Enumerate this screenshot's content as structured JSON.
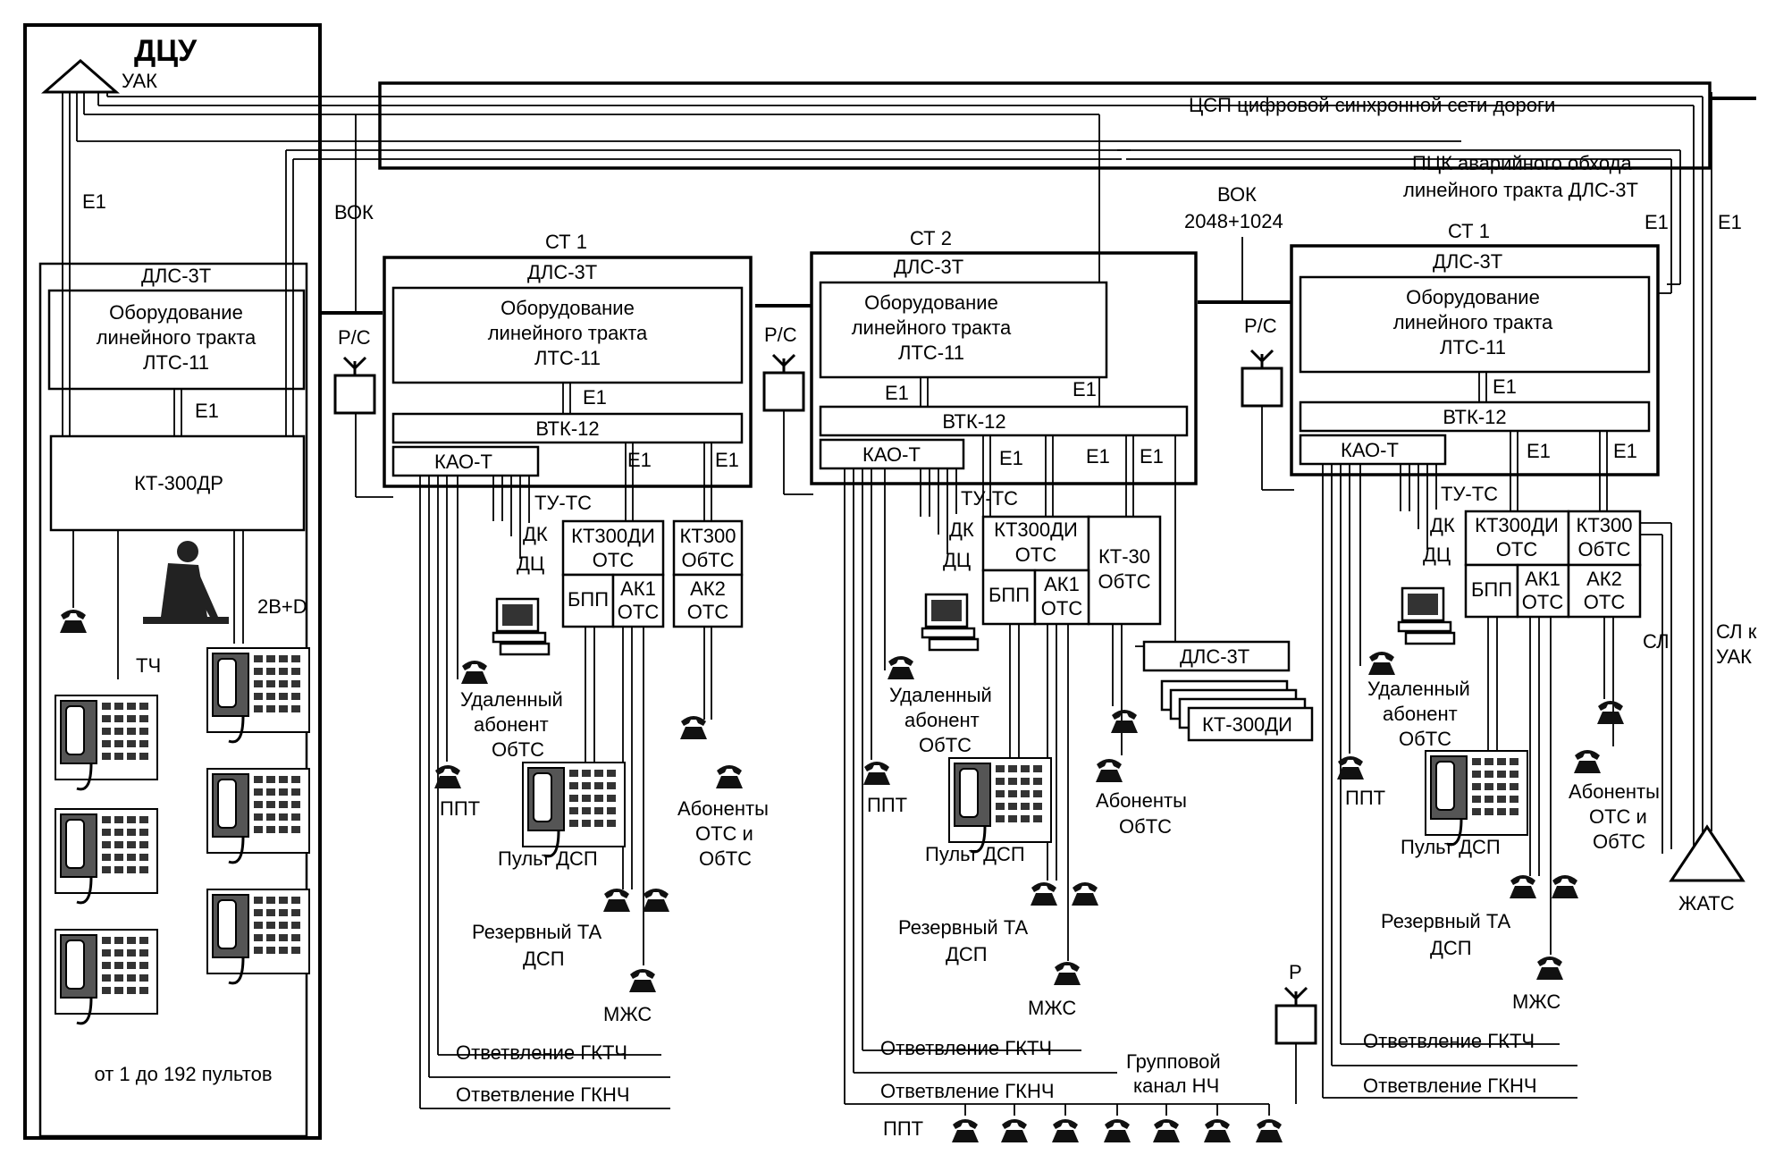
{
  "dcu": {
    "title": "ДЦУ",
    "uak": "УАК",
    "e1": "Е1",
    "dls_label": "ДЛС-3Т",
    "equip_line1": "Оборудование",
    "equip_line2": "линейного тракта",
    "equip_line3": "ЛТС-11",
    "e1_inner": "Е1",
    "kt": "КТ-300ДР",
    "link_2bd": "2В+D",
    "tch": "ТЧ",
    "consoles": "от 1 до 192 пультов"
  },
  "network": {
    "csp": "ЦСП цифровой синхронной сети дороги",
    "pck_line1": "ПЦК аварийного обхода",
    "pck_line2": "линейного тракта ДЛС-3Т",
    "vok": "ВОК",
    "vok2_line1": "ВОК",
    "vok2_line2": "2048+1024",
    "rs": "Р/С",
    "e1_right": "Е1",
    "e1_far": "Е1",
    "sl_uak_line1": "СЛ к",
    "sl_uak_line2": "УАК",
    "zhats": "ЖАТС"
  },
  "stations": [
    {
      "title": "СТ 1",
      "dls": "ДЛС-3Т",
      "equip1": "Оборудование",
      "equip2": "линейного тракта",
      "equip3": "ЛТС-11",
      "e1a": "Е1",
      "vtk": "ВТК-12",
      "kao": "КАО-Т",
      "e1b": "Е1",
      "e1c": "Е1",
      "tuts": "ТУ-ТС",
      "dk": "ДК",
      "dc": "ДЦ",
      "kt_otc1": "КТ300ДИ",
      "kt_otc2": "ОТС",
      "kt_obtc1": "КТ300",
      "kt_obtc2": "ОбТС",
      "bpp": "БПП",
      "ak1a": "АК1",
      "ak1b": "ОТС",
      "ak2a": "АК2",
      "ak2b": "ОТС",
      "remote1": "Удаленный",
      "remote2": "абонент",
      "remote3": "ОбТС",
      "ppt": "ППТ",
      "pult": "Пульт ДСП",
      "subs1": "Абоненты",
      "subs2": "ОТС и",
      "subs3": "ОбТС",
      "reserve1": "Резервный ТА",
      "reserve2": "ДСП",
      "mzhs": "МЖС",
      "gktch": "Ответвление ГКТЧ",
      "gknch": "Ответвление ГКНЧ"
    },
    {
      "title": "СТ 2",
      "dls": "ДЛС-3Т",
      "equip1": "Оборудование",
      "equip2": "линейного тракта",
      "equip3": "ЛТС-11",
      "e1a": "Е1",
      "e1a2": "Е1",
      "vtk": "ВТК-12",
      "kao": "КАО-Т",
      "e1b": "Е1",
      "e1c": "Е1",
      "e1d": "Е1",
      "tuts": "ТУ-ТС",
      "dk": "ДК",
      "dc": "ДЦ",
      "kt_otc1": "КТ300ДИ",
      "kt_otc2": "ОТС",
      "kt30a": "КТ-30",
      "kt30b": "ОбТС",
      "bpp": "БПП",
      "ak1a": "АК1",
      "ak1b": "ОТС",
      "remote1": "Удаленный",
      "remote2": "абонент",
      "remote3": "ОбТС",
      "ppt": "ППТ",
      "pult": "Пульт ДСП",
      "dls_small": "ДЛС-3Т",
      "kt_stack": "КТ-300ДИ",
      "subs1": "Абоненты",
      "subs2": "ОбТС",
      "reserve1": "Резервный ТА",
      "reserve2": "ДСП",
      "mzhs": "МЖС",
      "gktch": "Ответвление ГКТЧ",
      "gknch": "Ответвление ГКНЧ",
      "group1": "Групповой",
      "group2": "канал НЧ",
      "r": "Р",
      "ppt_row": "ППТ"
    },
    {
      "title": "СТ 1",
      "dls": "ДЛС-3Т",
      "equip1": "Оборудование",
      "equip2": "линейного тракта",
      "equip3": "ЛТС-11",
      "e1a": "Е1",
      "vtk": "ВТК-12",
      "kao": "КАО-Т",
      "e1b": "Е1",
      "e1c": "Е1",
      "tuts": "ТУ-ТС",
      "dk": "ДК",
      "dc": "ДЦ",
      "kt_otc1": "КТ300ДИ",
      "kt_otc2": "ОТС",
      "kt_obtc1": "КТ300",
      "kt_obtc2": "ОбТС",
      "bpp": "БПП",
      "ak1a": "АК1",
      "ak1b": "ОТС",
      "ak2a": "АК2",
      "ak2b": "ОТС",
      "remote1": "Удаленный",
      "remote2": "абонент",
      "remote3": "ОбТС",
      "ppt": "ППТ",
      "pult": "Пульт ДСП",
      "sl": "СЛ",
      "subs1": "Абоненты",
      "subs2": "ОТС и",
      "subs3": "ОбТС",
      "reserve1": "Резервный ТА",
      "reserve2": "ДСП",
      "mzhs": "МЖС",
      "gktch": "Ответвление ГКТЧ",
      "gknch": "Ответвление ГКНЧ"
    }
  ]
}
